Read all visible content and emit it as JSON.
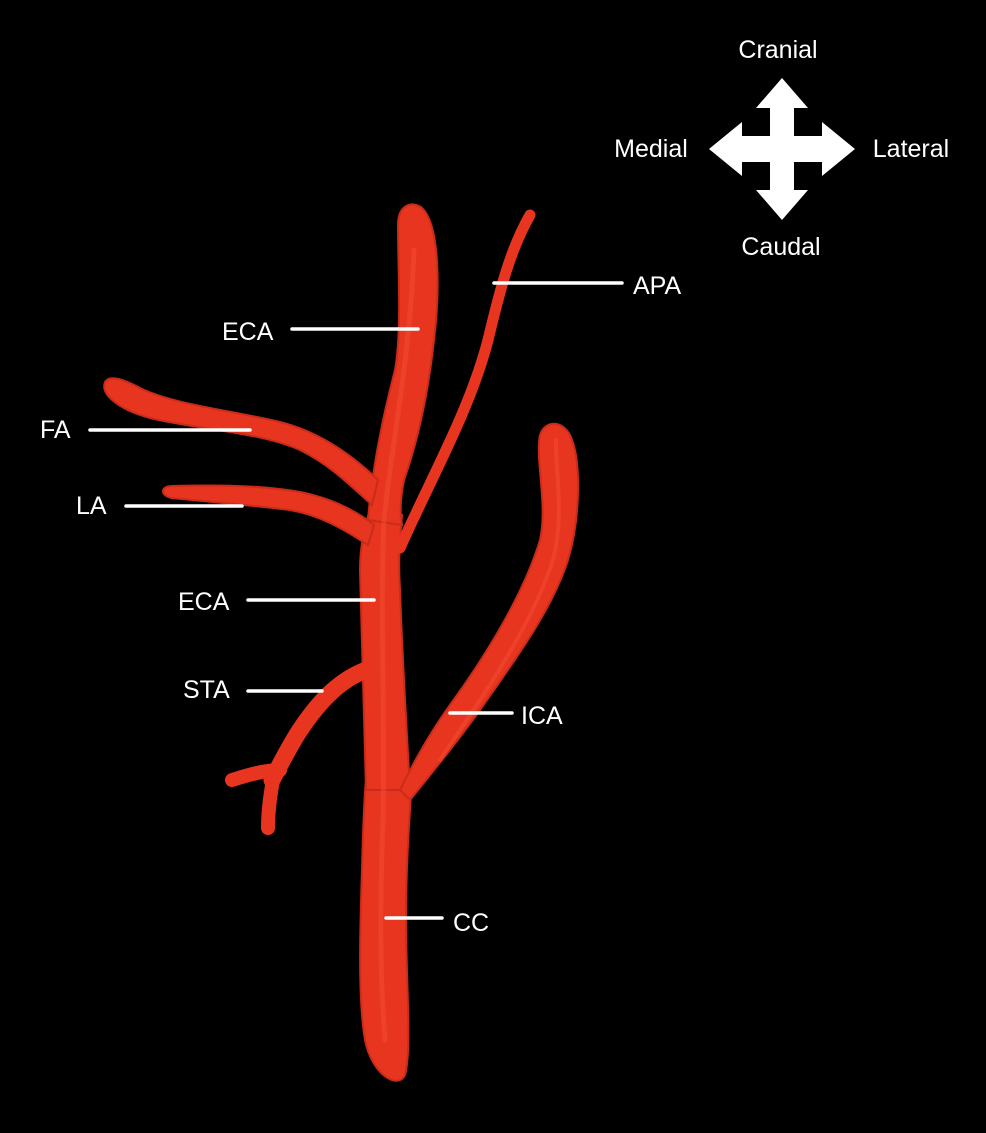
{
  "colors": {
    "background": "#000000",
    "vessel": "#e8351f",
    "label": "#ffffff"
  },
  "compass": {
    "icon": "four-way-arrow-icon",
    "cranial": "Cranial",
    "caudal": "Caudal",
    "medial": "Medial",
    "lateral": "Lateral"
  },
  "labels": {
    "apa": "APA",
    "eca_upper": "ECA",
    "fa": "FA",
    "la": "LA",
    "eca_lower": "ECA",
    "sta": "STA",
    "ica": "ICA",
    "cc": "CC"
  }
}
